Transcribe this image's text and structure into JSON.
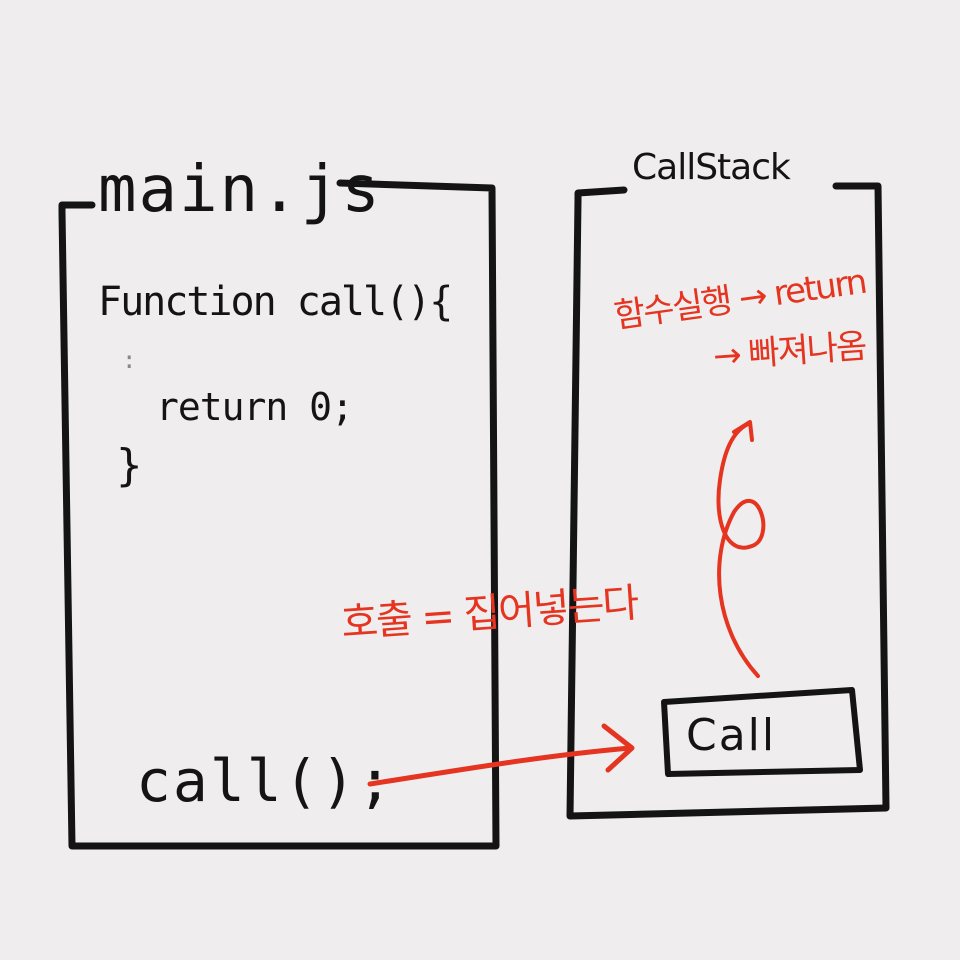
{
  "panels": {
    "main": {
      "title": "main.js",
      "code": {
        "line1": "Function call(){",
        "line2": ":",
        "line3": "return 0;",
        "line4": "}",
        "call_line": "call();"
      }
    },
    "callstack": {
      "title": "CallStack",
      "frame_label": "Call"
    }
  },
  "annotations": {
    "invoke_note": "호출 = 집어넣는다",
    "return_note_line1": "함수실행 → return",
    "return_note_line2": "→ 빠져나옴"
  },
  "colors": {
    "ink": "#141414",
    "accent": "#e53420",
    "paper": "#efedee"
  }
}
